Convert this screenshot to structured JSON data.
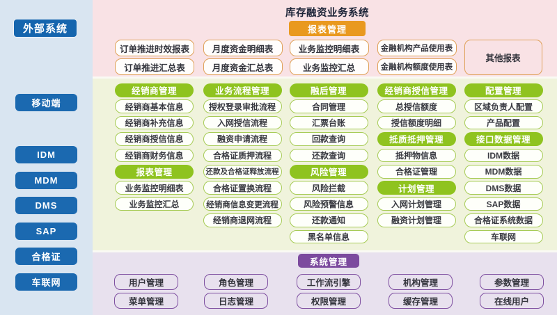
{
  "title": "库存融资业务系统",
  "palette": {
    "sidebar_bg": "#d9e5f1",
    "blue": "#1b69b0",
    "pink_bg": "#f9e2e5",
    "orange": "#e9991f",
    "orange_border": "#dfa159",
    "green_bg": "#f0f3dc",
    "green": "#8fc31f",
    "green_border": "#a6cb55",
    "purple_bg": "#e8e1ee",
    "purple": "#7c4a9e"
  },
  "sidebar": {
    "header": "外部系统",
    "items": [
      "移动端",
      "IDM",
      "MDM",
      "DMS",
      "SAP",
      "合格证",
      "车联网"
    ]
  },
  "report_section": {
    "header": "报表管理",
    "columns": [
      {
        "items": [
          "订单推进时效报表",
          "订单推进汇总表"
        ]
      },
      {
        "items": [
          "月度资金明细表",
          "月度资金汇总表"
        ]
      },
      {
        "items": [
          "业务监控明细表",
          "业务监控汇总"
        ]
      },
      {
        "items": [
          "金融机构产品使用表",
          "金融机构额度使用表"
        ]
      }
    ],
    "other": "其他报表"
  },
  "business_section": {
    "columns": [
      {
        "rows": [
          {
            "type": "header",
            "label": "经销商管理"
          },
          {
            "type": "item",
            "label": "经销商基本信息"
          },
          {
            "type": "item",
            "label": "经销商补充信息"
          },
          {
            "type": "item",
            "label": "经销商授信信息"
          },
          {
            "type": "item",
            "label": "经销商财务信息"
          },
          {
            "type": "header",
            "label": "报表管理"
          },
          {
            "type": "item",
            "label": "业务监控明细表"
          },
          {
            "type": "item",
            "label": "业务监控汇总"
          }
        ]
      },
      {
        "rows": [
          {
            "type": "header",
            "label": "业务流程管理"
          },
          {
            "type": "item",
            "label": "授权登录审批流程"
          },
          {
            "type": "item",
            "label": "入网授信流程"
          },
          {
            "type": "item",
            "label": "融资申请流程"
          },
          {
            "type": "item",
            "label": "合格证质押流程"
          },
          {
            "type": "item",
            "label": "还款及合格证释放流程"
          },
          {
            "type": "item",
            "label": "合格证置换流程"
          },
          {
            "type": "item",
            "label": "经销商信息变更流程"
          },
          {
            "type": "item",
            "label": "经销商退网流程"
          }
        ]
      },
      {
        "rows": [
          {
            "type": "header",
            "label": "融后管理"
          },
          {
            "type": "item",
            "label": "合同管理"
          },
          {
            "type": "item",
            "label": "汇票台账"
          },
          {
            "type": "item",
            "label": "回款查询"
          },
          {
            "type": "item",
            "label": "还款查询"
          },
          {
            "type": "header",
            "label": "风险管理"
          },
          {
            "type": "item",
            "label": "风险拦截"
          },
          {
            "type": "item",
            "label": "风险预警信息"
          },
          {
            "type": "item",
            "label": "还款通知"
          },
          {
            "type": "item",
            "label": "黑名单信息"
          }
        ]
      },
      {
        "rows": [
          {
            "type": "header",
            "label": "经销商授信管理"
          },
          {
            "type": "item",
            "label": "总授信额度"
          },
          {
            "type": "item",
            "label": "授信额度明细"
          },
          {
            "type": "header",
            "label": "抵质抵押管理"
          },
          {
            "type": "item",
            "label": "抵押物信息"
          },
          {
            "type": "item",
            "label": "合格证管理"
          },
          {
            "type": "header",
            "label": "计划管理"
          },
          {
            "type": "item",
            "label": "入网计划管理"
          },
          {
            "type": "item",
            "label": "融资计划管理"
          }
        ]
      },
      {
        "rows": [
          {
            "type": "header",
            "label": "配置管理"
          },
          {
            "type": "item",
            "label": "区域负责人配置"
          },
          {
            "type": "item",
            "label": "产品配置"
          },
          {
            "type": "header",
            "label": "接口数据管理"
          },
          {
            "type": "item",
            "label": "IDM数据"
          },
          {
            "type": "item",
            "label": "MDM数据"
          },
          {
            "type": "item",
            "label": "DMS数据"
          },
          {
            "type": "item",
            "label": "SAP数据"
          },
          {
            "type": "item",
            "label": "合格证系统数据"
          },
          {
            "type": "item",
            "label": "车联网"
          }
        ]
      }
    ]
  },
  "system_section": {
    "header": "系统管理",
    "columns": [
      {
        "items": [
          "用户管理",
          "菜单管理"
        ]
      },
      {
        "items": [
          "角色管理",
          "日志管理"
        ]
      },
      {
        "items": [
          "工作流引擎",
          "权限管理"
        ]
      },
      {
        "items": [
          "机构管理",
          "缓存管理"
        ]
      },
      {
        "items": [
          "参数管理",
          "在线用户"
        ]
      }
    ]
  }
}
